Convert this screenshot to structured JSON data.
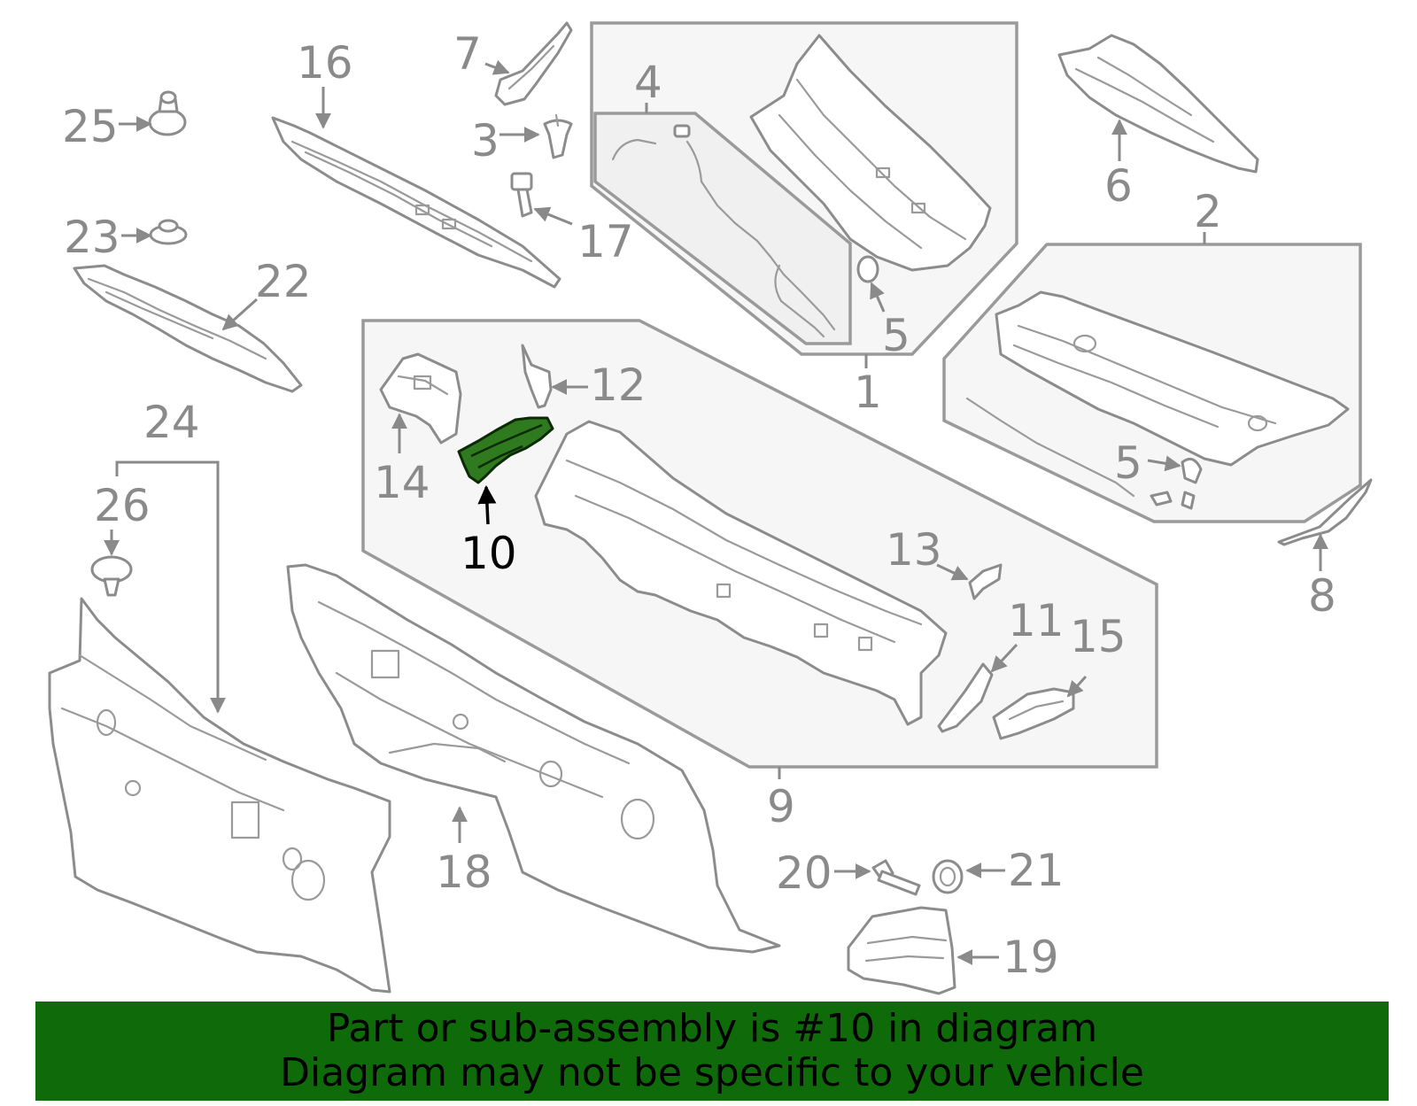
{
  "diagram": {
    "highlighted_part": "10",
    "callouts": [
      "1",
      "2",
      "3",
      "4",
      "5",
      "5",
      "6",
      "7",
      "8",
      "9",
      "10",
      "11",
      "12",
      "13",
      "14",
      "15",
      "16",
      "17",
      "18",
      "19",
      "20",
      "21",
      "22",
      "23",
      "24",
      "25",
      "26"
    ]
  },
  "colors": {
    "banner_background": "#0f6b0a",
    "highlight_fill": "#2f7a1f",
    "line_color": "#8c8c8c",
    "group_box_fill": "#f6f6f6"
  },
  "banner": {
    "line1": "Part or sub-assembly is #10 in diagram",
    "line2": "Diagram may not be specific to your vehicle"
  }
}
